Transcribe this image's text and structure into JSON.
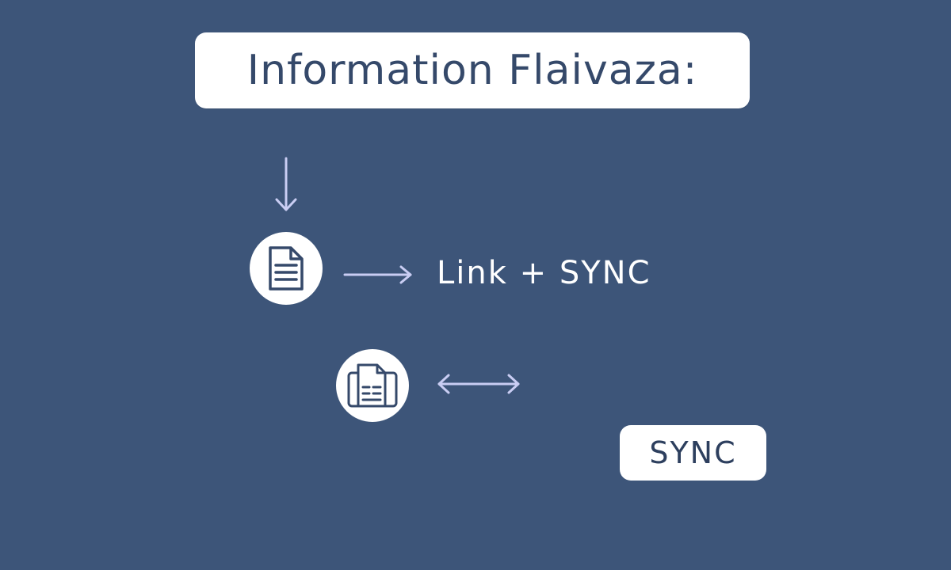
{
  "diagram": {
    "title": "Information Flaivaza:",
    "link_label": "Link + SYNC",
    "sync_button_label": "SYNC",
    "icons": {
      "document": "document-icon",
      "file_cabinet": "file-sync-icon",
      "down_arrow": "arrow-down-icon",
      "right_arrow": "arrow-right-icon",
      "bidirectional_arrow": "arrow-left-right-icon"
    },
    "colors": {
      "background": "#3d5579",
      "box_fill": "#ffffff",
      "icon_stroke": "#35496a",
      "arrow_stroke": "#c9cdf3",
      "label_text": "#ffffff"
    }
  }
}
